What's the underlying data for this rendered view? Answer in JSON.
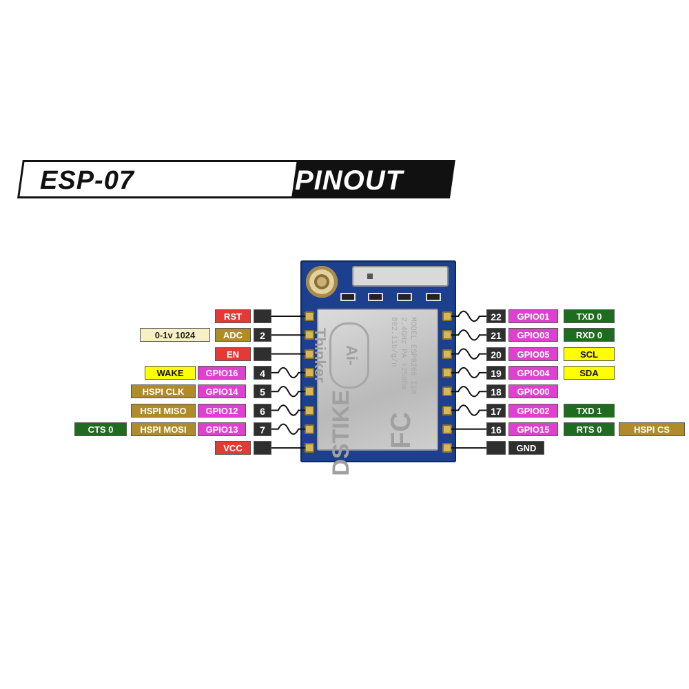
{
  "title": {
    "left": "ESP-07",
    "right": "PINOUT"
  },
  "board": {
    "shield_logo": "Ai-Thinker",
    "shield_text": "MODEL ESP8266 ISM 2.4GHz PA +25dBm 802.11b/g/n",
    "shield_brand": "DSTIKE",
    "shield_fc": "FC"
  },
  "colors": {
    "red": "#e53935",
    "magenta": "#e040d0",
    "green": "#1f6b1f",
    "gold": "#b08b2a",
    "yellow": "#ffff00",
    "cream": "#f7efc6",
    "dark": "#2f2f2f",
    "board": "#1c3f8e"
  },
  "left_pins": [
    {
      "number": "",
      "name": "RST",
      "name_color": "red",
      "extras": [],
      "wavy": false
    },
    {
      "number": "2",
      "name": "ADC",
      "name_color": "gold",
      "extras": [
        {
          "text": "0-1v 1024",
          "color": "cream"
        }
      ],
      "wavy": false
    },
    {
      "number": "",
      "name": "EN",
      "name_color": "red",
      "extras": [],
      "wavy": false
    },
    {
      "number": "4",
      "name": "GPIO16",
      "name_color": "magenta",
      "extras": [
        {
          "text": "WAKE",
          "color": "yellow"
        }
      ],
      "wavy": true
    },
    {
      "number": "5",
      "name": "GPIO14",
      "name_color": "magenta",
      "extras": [
        {
          "text": "HSPI CLK",
          "color": "gold"
        }
      ],
      "wavy": true
    },
    {
      "number": "6",
      "name": "GPIO12",
      "name_color": "magenta",
      "extras": [
        {
          "text": "HSPI MISO",
          "color": "gold"
        }
      ],
      "wavy": true
    },
    {
      "number": "7",
      "name": "GPIO13",
      "name_color": "magenta",
      "extras": [
        {
          "text": "HSPI MOSI",
          "color": "gold"
        },
        {
          "text": "CTS 0",
          "color": "green"
        }
      ],
      "wavy": true
    },
    {
      "number": "",
      "name": "VCC",
      "name_color": "red",
      "extras": [],
      "wavy": false
    }
  ],
  "right_pins": [
    {
      "number": "22",
      "name": "GPIO01",
      "name_color": "magenta",
      "extras": [
        {
          "text": "TXD 0",
          "color": "green"
        }
      ],
      "wavy": true
    },
    {
      "number": "21",
      "name": "GPIO03",
      "name_color": "magenta",
      "extras": [
        {
          "text": "RXD 0",
          "color": "green"
        }
      ],
      "wavy": true
    },
    {
      "number": "20",
      "name": "GPIO05",
      "name_color": "magenta",
      "extras": [
        {
          "text": "SCL",
          "color": "yellow"
        }
      ],
      "wavy": true
    },
    {
      "number": "19",
      "name": "GPIO04",
      "name_color": "magenta",
      "extras": [
        {
          "text": "SDA",
          "color": "yellow"
        }
      ],
      "wavy": true
    },
    {
      "number": "18",
      "name": "GPIO00",
      "name_color": "magenta",
      "extras": [],
      "wavy": true
    },
    {
      "number": "17",
      "name": "GPIO02",
      "name_color": "magenta",
      "extras": [
        {
          "text": "TXD 1",
          "color": "green"
        }
      ],
      "wavy": true
    },
    {
      "number": "16",
      "name": "GPIO15",
      "name_color": "magenta",
      "extras": [
        {
          "text": "RTS 0",
          "color": "green"
        },
        {
          "text": "HSPI CS",
          "color": "gold"
        }
      ],
      "wavy": false
    },
    {
      "number": "",
      "name": "GND",
      "name_color": "dark",
      "extras": [],
      "wavy": false
    }
  ]
}
